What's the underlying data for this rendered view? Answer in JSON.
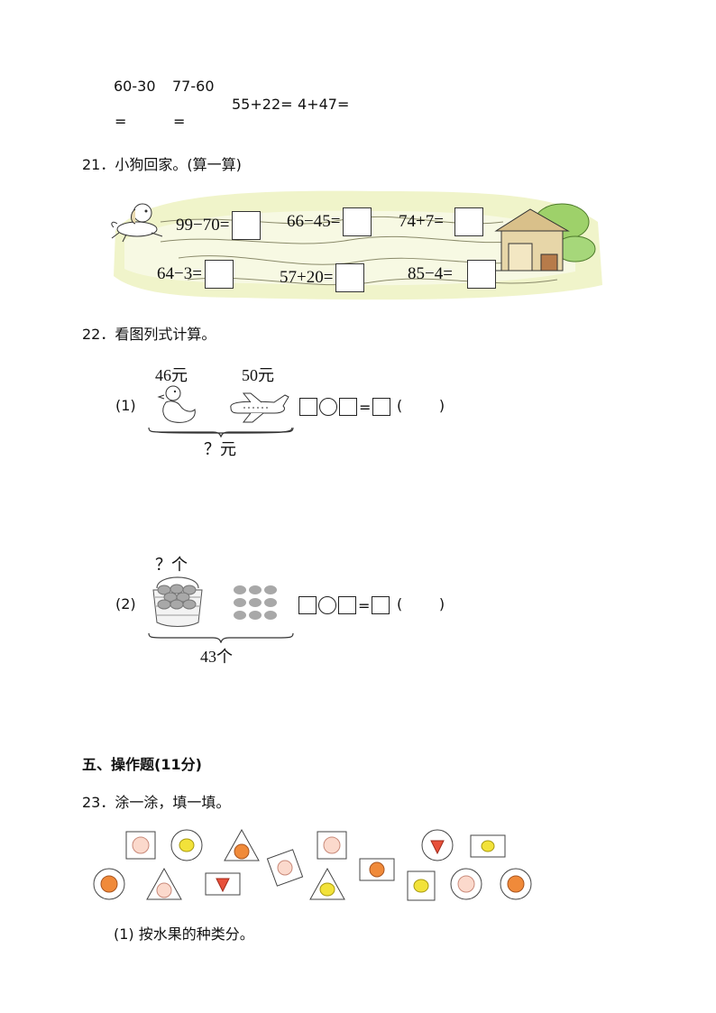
{
  "arith": {
    "e1": "60-30",
    "e1_eq": "=",
    "e2": "77-60",
    "e2_eq": "=",
    "e3": "55+22=",
    "e4": "4+47="
  },
  "q21": {
    "title": "21．小狗回家。(算一算)",
    "eq1": "99−70=",
    "eq2": "66−45=",
    "eq3": "74+7=",
    "eq4": "64−3=",
    "eq5": "57+20=",
    "eq6": "85−4="
  },
  "q22": {
    "title": "22．看图列式计算。",
    "p1_label": "(1)",
    "p1_price1": "46元",
    "p1_price2": "50元",
    "p1_bottom": "？元",
    "p2_label": "(2)",
    "p2_top": "？个",
    "p2_bottom": "43个",
    "eq_sign": "=",
    "paren": "(        )"
  },
  "section5": {
    "heading": "五、操作题(11分)"
  },
  "q23": {
    "title": "23．涂一涂，填一填。",
    "sub1": "(1)  按水果的种类分。"
  },
  "colors": {
    "grass": "#e8f0b8",
    "path": "#fbfbf4",
    "orange": "#f08a3a",
    "lemon": "#f2e23a",
    "peach": "#fbd9cc",
    "strawberry": "#e8503a"
  }
}
